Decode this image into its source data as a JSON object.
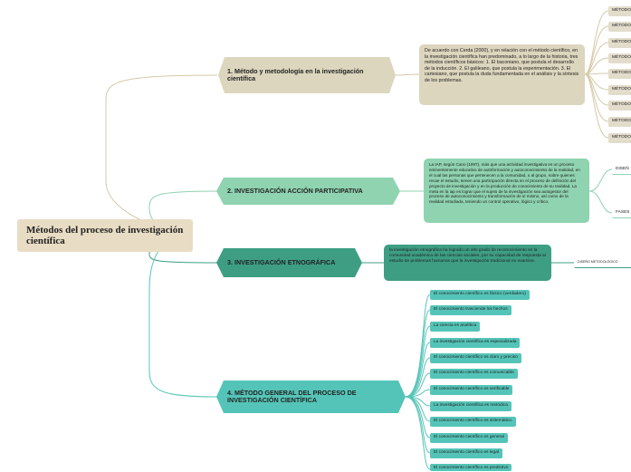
{
  "root": "Métodos del proceso de investigación científica",
  "branches": {
    "b1": {
      "title": "1. Método y metodología en la investigación científica",
      "summary": "De acuerdo con Cerda (2000), y en relación con el método científico, en la investigación científica han predominado, a lo largo de la historia, tres métodos científicos básicos: 1. El baconiano, que postula el desarrollo de la inducción. 2. El galileano, que postula la experimentación. 3. El cartesiano, que postula la duda fundamentada en el análisis y la síntesis de los problemas.",
      "leaves": [
        "MÉTODO",
        "MÉTODO",
        "MÉTODO",
        "MÉTODO",
        "MÉTODO",
        "MÉTODO",
        "MÉTODO",
        "MÉTODO",
        "MÉTODO"
      ]
    },
    "b2": {
      "title": "2. INVESTIGACIÓN ACCIÓN PARTICIPATIVA",
      "summary": "La IAP, según Cano (1997), más que una actividad investigativa es un proceso eminentemente educativo de autoformación y autoconocimiento de la realidad, en el cual las personas que pertenecen a la comunidad, o al grupo, sobre quienes recae el estudio, tienen una participación directa en el proceso de definición del proyecto de investigación y en la producción de conocimiento de su realidad. La meta en la iap es lograr que el sujeto de la investigación sea autogestor del proceso de autoconocimiento y transformación de sí mismo, así como de la realidad estudiada, teniendo un control operativo, lógico y crítico.",
      "leaves": [
        "DISEÑ",
        "FASES"
      ]
    },
    "b3": {
      "title": "3. INVESTIGACIÓN ETNOGRÁFICA",
      "summary": "la investigación etnográfica ha logrado un alto grado de reconocimiento en la comunidad académica de las ciencias sociales, por su capacidad de respuesta al estudio de problemas humanos que la investigación tradicional no examina.",
      "leaves": [
        "DISEÑO METODOLÓGICO"
      ]
    },
    "b4": {
      "title": "4. MÉTODO GENERAL DEL PROCESO DE INVESTIGACIÓN CIENTÍFICA",
      "leaves": [
        "El conocimiento científico es fáctico (verdadero)",
        "El conocimiento trasciende los hechos",
        "La ciencia es analítica",
        "La investigación científica es especializada",
        "El conocimiento científico es claro y preciso",
        "El conocimiento científico es comunicable",
        "El conocimiento científico es verificable",
        "La investigación científica es metódica",
        "El conocimiento científico es sistemático.",
        "El conocimiento científico es general",
        "El conocimiento científico es legal",
        "El conocimiento científico es predictivo"
      ]
    }
  },
  "colors": {
    "tan": "#ddd6be",
    "mint": "#8fd3b0",
    "teal": "#3d9e84",
    "aqua": "#55c4b8",
    "root": "#e8dcc4"
  }
}
